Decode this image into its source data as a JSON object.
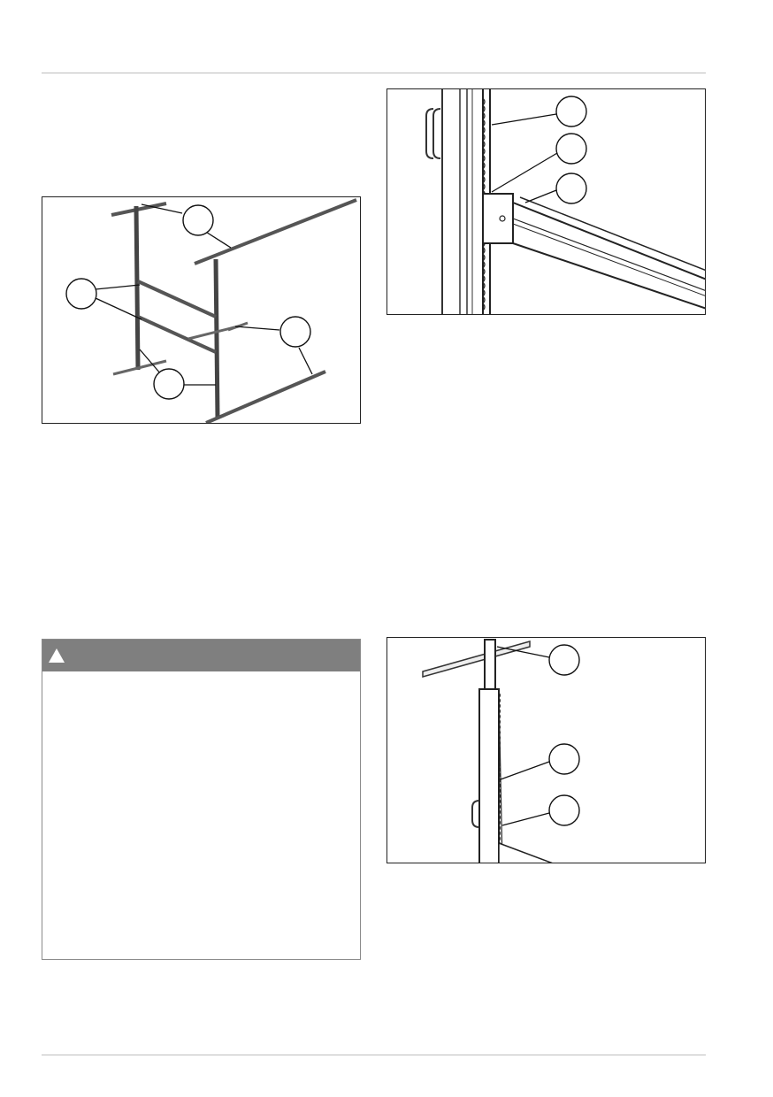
{
  "page": {
    "header_rule": "",
    "footer_rule": ""
  },
  "figures": [
    {
      "id": "fig-1",
      "description_name": "rack-frame-overview",
      "callouts": [
        "",
        "",
        "",
        ""
      ]
    },
    {
      "id": "fig-2",
      "description_name": "upright-rail-detail",
      "callouts": [
        "",
        "",
        ""
      ]
    },
    {
      "id": "fig-3",
      "description_name": "upright-top-detail",
      "callouts": [
        "",
        "",
        ""
      ]
    }
  ],
  "warning": {
    "icon": "warning-triangle-icon",
    "header_color": "#7f7f7f",
    "text": ""
  }
}
